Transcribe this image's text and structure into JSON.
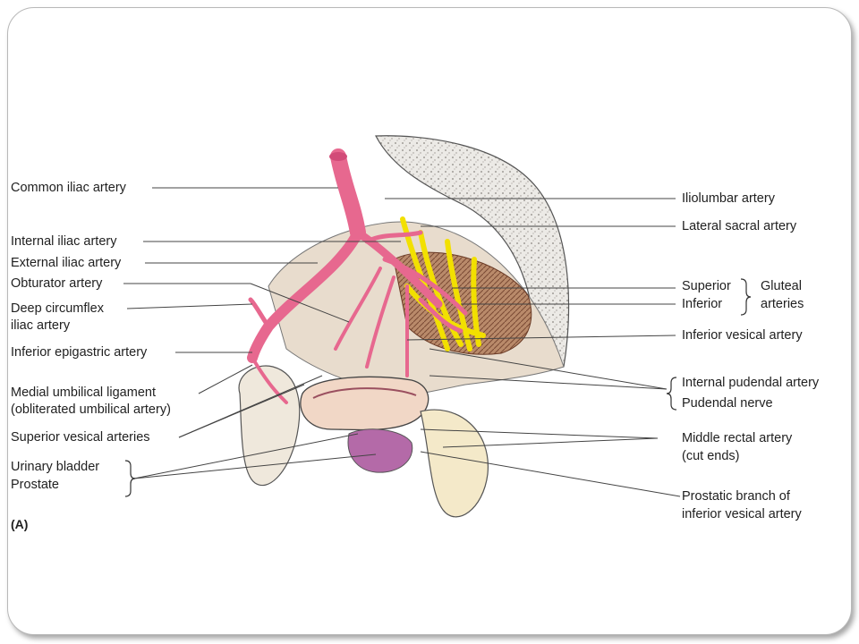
{
  "figure": {
    "panel_label": "(A)",
    "labels_left": {
      "common_iliac": "Common iliac artery",
      "internal_iliac": "Internal iliac artery",
      "external_iliac": "External iliac artery",
      "obturator": "Obturator artery",
      "deep_circumflex_1": "Deep circumflex",
      "deep_circumflex_2": "iliac artery",
      "inferior_epigastric": "Inferior epigastric artery",
      "medial_umbilical_1": "Medial umbilical ligament",
      "medial_umbilical_2": "(obliterated umbilical artery)",
      "superior_vesical": "Superior vesical arteries",
      "urinary_bladder": "Urinary bladder",
      "prostate": "Prostate"
    },
    "labels_right": {
      "iliolumbar": "Iliolumbar artery",
      "lateral_sacral": "Lateral sacral artery",
      "superior": "Superior",
      "inferior": "Inferior",
      "gluteal_1": "Gluteal",
      "gluteal_2": "arteries",
      "inferior_vesical": "Inferior vesical artery",
      "internal_pudendal": "Internal pudendal artery",
      "pudendal_nerve": "Pudendal nerve",
      "middle_rectal_1": "Middle rectal artery",
      "middle_rectal_2": "(cut ends)",
      "prostatic_branch_1": "Prostatic branch of",
      "prostatic_branch_2": "inferior vesical artery"
    }
  }
}
